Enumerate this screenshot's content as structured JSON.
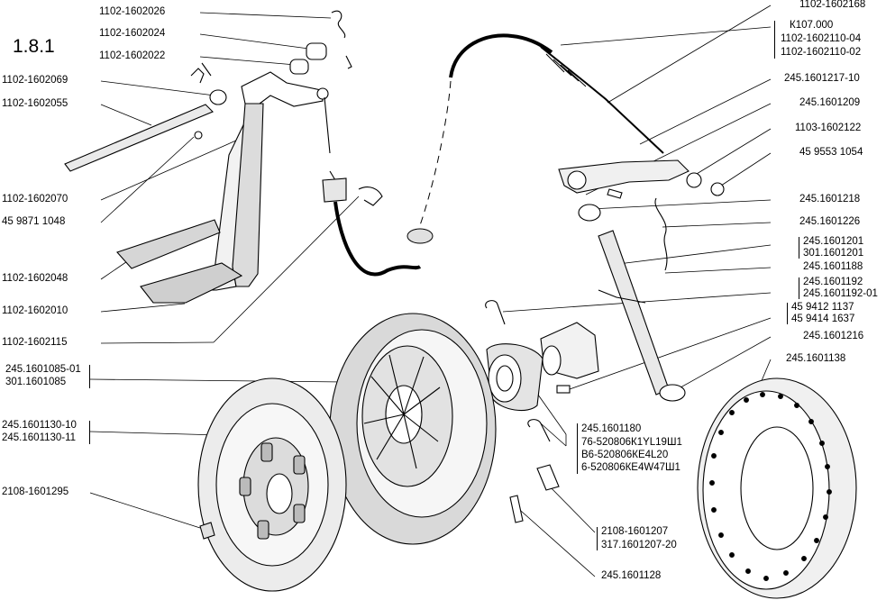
{
  "figure_number": "1.8.1",
  "colors": {
    "line": "#000000",
    "part_fill": "#ffffff",
    "shade": "#d6d6d6",
    "background": "#ffffff"
  },
  "labels": {
    "l_1602026": "1102-1602026",
    "l_1602024": "1102-1602024",
    "l_1602022": "1102-1602022",
    "l_1602069": "1102-1602069",
    "l_1602055": "1102-1602055",
    "l_1602070": "1102-1602070",
    "l_9871": "45 9871 1048",
    "l_1602048": "1102-1602048",
    "l_1602010": "1102-1602010",
    "l_1602115": "1102-1602115",
    "l_1085_01": "245.1601085-01",
    "l_1085": "301.1601085",
    "l_1130_10": "245.1601130-10",
    "l_1130_11": "245.1601130-11",
    "l_1295": "2108-1601295",
    "l_1602168": "1102-1602168",
    "l_k107": "К107.000",
    "l_110_04": "1102-1602110-04",
    "l_110_02": "1102-1602110-02",
    "l_1217": "245.1601217-10",
    "l_1209": "245.1601209",
    "l_1103": "1103-1602122",
    "l_9553": "45 9553 1054",
    "l_1218": "245.1601218",
    "l_1226": "245.1601226",
    "l_1201": "245.1601201",
    "l_301_1201": "301.1601201",
    "l_1188": "245.1601188",
    "l_1192": "245.1601192",
    "l_1192_01": "245.1601192-01",
    "l_1137": "45 9412 1137",
    "l_1637": "45 9414 1637",
    "l_1216": "245.1601216",
    "l_1138": "245.1601138",
    "l_1180": "245.1601180",
    "l_b1": "76-520806К1YL19Ш1",
    "l_b2": "В6-520806КЕ4L20",
    "l_b3": "6-520806КЕ4W47Ш1",
    "l_1207": "2108-1601207",
    "l_1207_20": "317.1601207-20",
    "l_1128": "245.1601128"
  }
}
